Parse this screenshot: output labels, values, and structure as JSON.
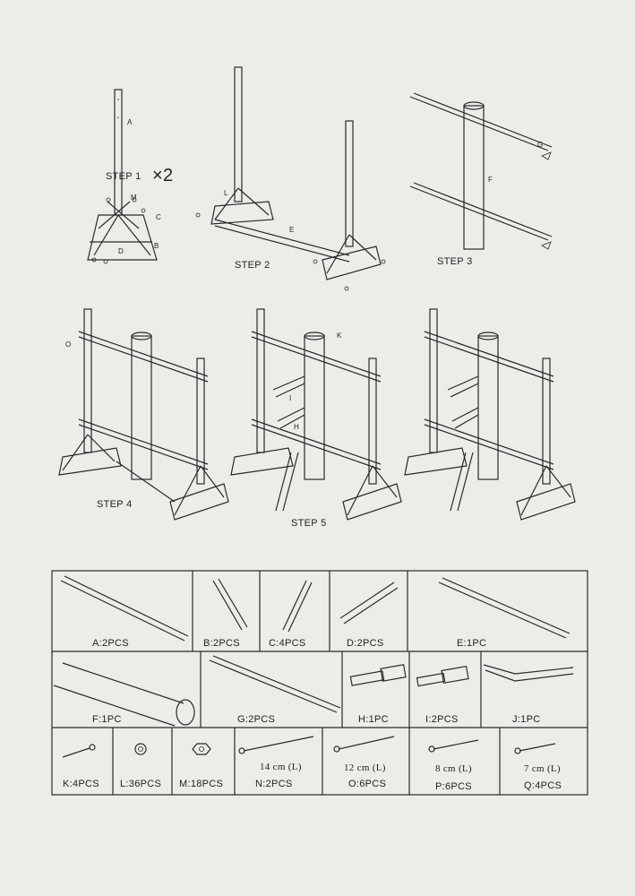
{
  "steps": {
    "step1": "STEP 1",
    "step1_multiplier": "×2",
    "step2": "STEP 2",
    "step3": "STEP 3",
    "step4": "STEP 4",
    "step5": "STEP 5"
  },
  "callouts": {
    "A": "A",
    "B": "B",
    "C": "C",
    "D": "D",
    "E": "E",
    "F": "F",
    "G": "G",
    "H": "H",
    "I": "I",
    "K": "K",
    "L": "L",
    "M": "M",
    "O": "O"
  },
  "parts": [
    {
      "id": "A",
      "label": "A:2PCS"
    },
    {
      "id": "B",
      "label": "B:2PCS"
    },
    {
      "id": "C",
      "label": "C:4PCS"
    },
    {
      "id": "D",
      "label": "D:2PCS"
    },
    {
      "id": "E",
      "label": "E:1PC"
    },
    {
      "id": "F",
      "label": "F:1PC"
    },
    {
      "id": "G",
      "label": "G:2PCS"
    },
    {
      "id": "H",
      "label": "H:1PC"
    },
    {
      "id": "I",
      "label": "I:2PCS"
    },
    {
      "id": "J",
      "label": "J:1PC"
    },
    {
      "id": "K",
      "label": "K:4PCS"
    },
    {
      "id": "L",
      "label": "L:36PCS"
    },
    {
      "id": "M",
      "label": "M:18PCS"
    },
    {
      "id": "N",
      "label": "N:2PCS",
      "length": "14 cm (L)"
    },
    {
      "id": "O",
      "label": "O:6PCS",
      "length": "12 cm (L)"
    },
    {
      "id": "P",
      "label": "P:6PCS",
      "length": "8 cm (L)"
    },
    {
      "id": "Q",
      "label": "Q:4PCS",
      "length": "7 cm (L)"
    }
  ]
}
